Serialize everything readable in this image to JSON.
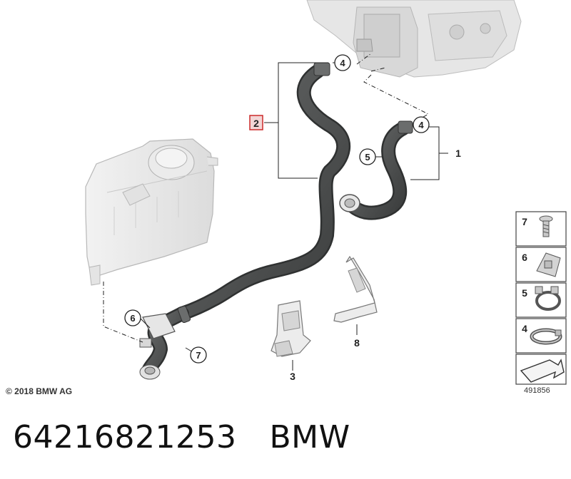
{
  "copyright": "© 2018 BMW AG",
  "drawing_number": "491856",
  "part_number": "64216821253",
  "brand": "BMW",
  "callouts": {
    "c1": "1",
    "c2": "2",
    "c3": "3",
    "c4a": "4",
    "c4b": "4",
    "c5": "5",
    "c6": "6",
    "c7": "7",
    "c8": "8"
  },
  "legend": {
    "items": [
      {
        "label": "7",
        "icon": "screw-icon"
      },
      {
        "label": "6",
        "icon": "clip-nut-icon"
      },
      {
        "label": "5",
        "icon": "spring-clamp-icon"
      },
      {
        "label": "4",
        "icon": "hose-clamp-icon"
      }
    ],
    "nav_icon": "arrow-icon"
  },
  "colors": {
    "highlight": "#cc2a2a",
    "hose": "#4a4c4c",
    "outline": "#333333"
  }
}
